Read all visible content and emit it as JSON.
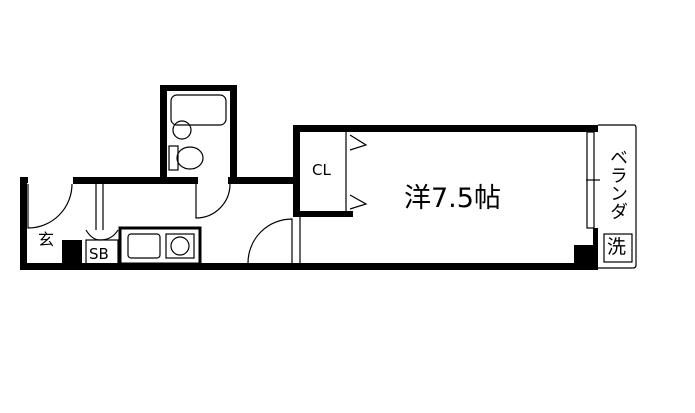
{
  "floorplan": {
    "rooms": {
      "main_room": "洋7.5帖",
      "closet": "CL",
      "entrance": "玄",
      "shoe_box": "SB",
      "balcony": "ベランダ",
      "washer": "洗"
    },
    "colors": {
      "wall": "#000000",
      "background": "#ffffff"
    }
  }
}
